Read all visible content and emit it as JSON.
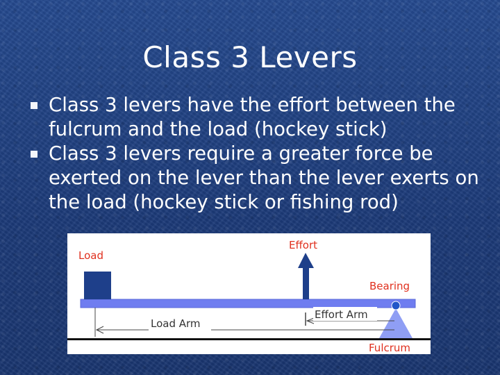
{
  "slide": {
    "title": "Class 3 Levers",
    "bullets": [
      "Class 3 levers have the effort between the fulcrum and the load (hockey stick)",
      "Class 3 levers require a greater force be exerted on the lever than the lever exerts on the load (hockey stick or fishing rod)"
    ]
  },
  "diagram": {
    "labels": {
      "load": "Load",
      "effort": "Effort",
      "bearing": "Bearing",
      "effort_arm": "Effort Arm",
      "load_arm": "Load Arm",
      "fulcrum": "Fulcrum"
    },
    "colors": {
      "load_block": "#1e3f8a",
      "effort_arrow": "#1e3f8a",
      "lever_bar": "#6f7df0",
      "fulcrum": "#8f9ef4",
      "bearing_dot": "#2256c8",
      "label_red": "#e0301e",
      "label_dark": "#333333"
    }
  }
}
